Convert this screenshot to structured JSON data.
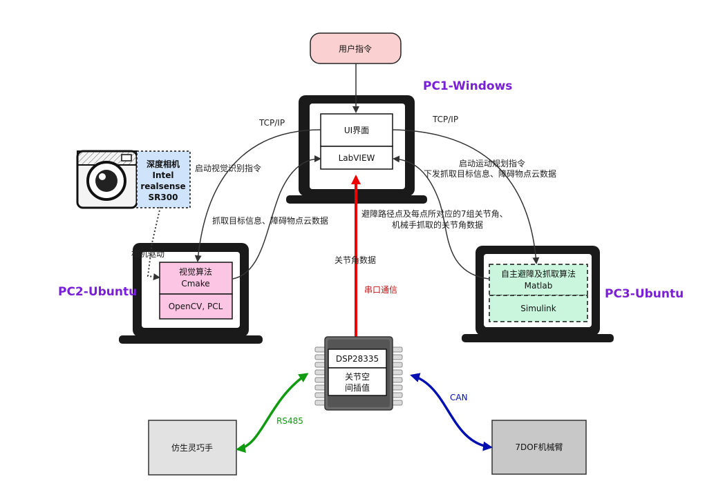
{
  "user_command": "用户指令",
  "pc1": {
    "title": "PC1-Windows",
    "ui": "UI界面",
    "labview": "LabVIEW"
  },
  "pc2": {
    "title": "PC2-Ubuntu",
    "vision_line1": "视觉算法",
    "vision_line2": "Cmake",
    "libs": "OpenCV, PCL"
  },
  "pc3": {
    "title": "PC3-Ubuntu",
    "algo_line1": "自主避障及抓取算法",
    "algo_line2": "Matlab",
    "simulink": "Simulink"
  },
  "camera": {
    "line1": "深度相机",
    "line2": "Intel",
    "line3": "realsense",
    "line4": "SR300"
  },
  "dsp": {
    "chip": "DSP28335",
    "interp_line1": "关节空",
    "interp_line2": "间插值"
  },
  "hand": "仿生灵巧手",
  "arm": "7DOF机械臂",
  "edges": {
    "tcp_left": "TCP/IP",
    "tcp_right": "TCP/IP",
    "start_vision": "启动视觉识别指令",
    "grab_info": "抓取目标信息、障碍物点云数据",
    "camera_driver": "相机驱动",
    "start_motion_1": "启动运动规划指令",
    "start_motion_2": "下发抓取目标信息、障碍物点云数据",
    "path_1": "避障路径点及每点所对应的7组关节角、",
    "path_2": "机械手抓取的关节角数据",
    "joint_data": "关节角数据",
    "serial": "串口通信",
    "rs485": "RS485",
    "can": "CAN"
  }
}
